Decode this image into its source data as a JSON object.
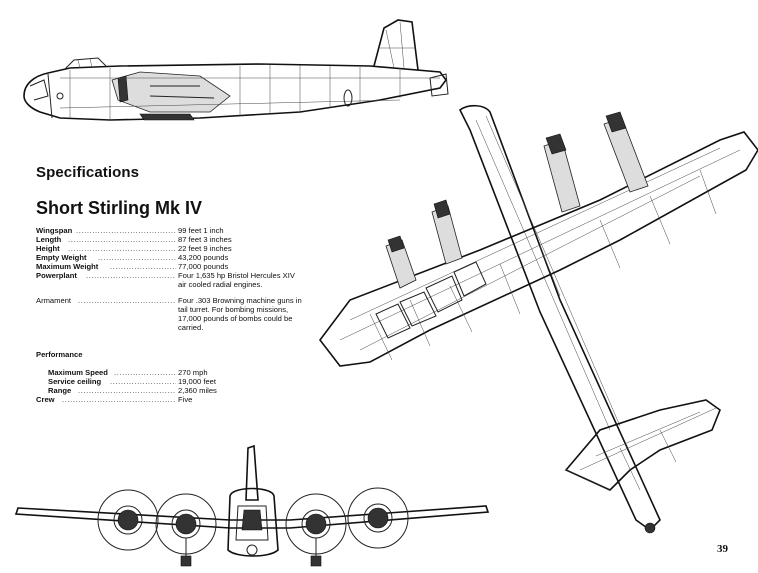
{
  "page": {
    "heading": "Specifications",
    "aircraft_title": "Short Stirling Mk IV",
    "page_number": "39"
  },
  "specs": [
    {
      "label": "Wingspan",
      "value": "99 feet 1 inch"
    },
    {
      "label": "Length",
      "value": "87 feet 3 inches"
    },
    {
      "label": "Height",
      "value": "22 feet 9 inches"
    },
    {
      "label": "Empty Weight",
      "value": "43,200 pounds"
    },
    {
      "label": "Maximum Weight",
      "value": "77,000 pounds"
    },
    {
      "label": "Powerplant",
      "value": "Four 1,635 hp Bristol Hercules XIV",
      "value_line2": "air cooled radial engines."
    }
  ],
  "armament": {
    "label": "Armament",
    "lines": [
      "Four .303 Browning machine guns in",
      "tail turret. For bombing missions,",
      "17,000 pounds of bombs could be",
      "carried."
    ]
  },
  "performance": {
    "heading": "Performance",
    "rows": [
      {
        "label": "Maximum Speed",
        "value": "270 mph"
      },
      {
        "label": "Service ceiling",
        "value": "19,000 feet"
      },
      {
        "label": "Range",
        "value": "2,360 miles"
      }
    ],
    "crew": {
      "label": "Crew",
      "value": "Five"
    }
  },
  "illustrations": {
    "side_view": "aircraft-side-profile",
    "top_view": "aircraft-plan-view",
    "front_view": "aircraft-front-view"
  }
}
